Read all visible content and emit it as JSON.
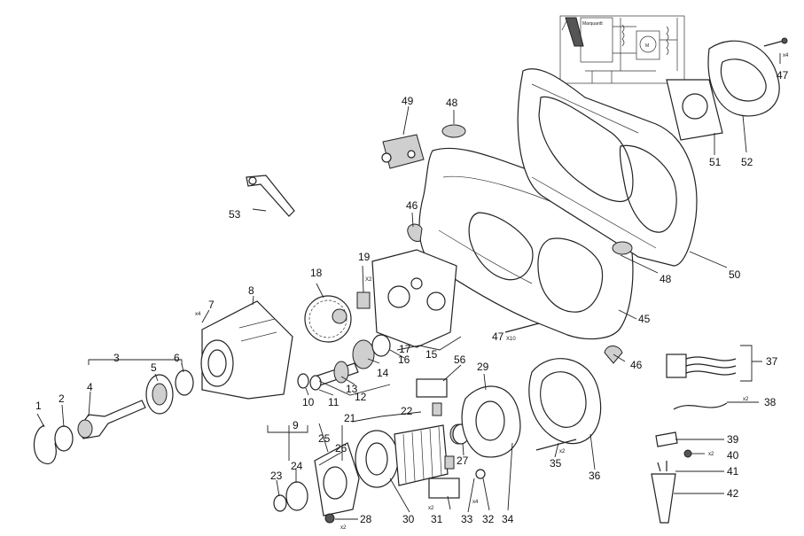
{
  "labels": {
    "p1": "1",
    "p2": "2",
    "p3": "3",
    "p4": "4",
    "p5": "5",
    "p6": "6",
    "p7": "7",
    "p8": "8",
    "p9": "9",
    "p10": "10",
    "p11": "11",
    "p12": "12",
    "p13": "13",
    "p14": "14",
    "p15": "15",
    "p16": "16",
    "p17": "17",
    "p18": "18",
    "p19": "19",
    "p21": "21",
    "p22": "22",
    "p23": "23",
    "p24": "24",
    "p25": "25",
    "p26": "26",
    "p27": "27",
    "p28": "28",
    "p29": "29",
    "p30": "30",
    "p31": "31",
    "p32": "32",
    "p33": "33",
    "p34": "34",
    "p35": "35",
    "p36": "36",
    "p37": "37",
    "p38": "38",
    "p39": "39",
    "p40": "40",
    "p41": "41",
    "p42": "42",
    "p45": "45",
    "p46a": "46",
    "p46b": "46",
    "p47a": "47",
    "p47b": "47",
    "p48a": "48",
    "p48b": "48",
    "p49": "49",
    "p50": "50",
    "p51": "51",
    "p52": "52",
    "p53": "53",
    "p56": "56"
  },
  "quantities": {
    "q7": "x4",
    "q19": "X2",
    "q28": "x2",
    "q31": "x2",
    "q33": "x4",
    "q35": "x2",
    "q38": "x2",
    "q40": "x2",
    "q47a": "x4",
    "q47b": "X10"
  },
  "schematic": {
    "box_label": "Marquardt",
    "motor_label": "M"
  }
}
